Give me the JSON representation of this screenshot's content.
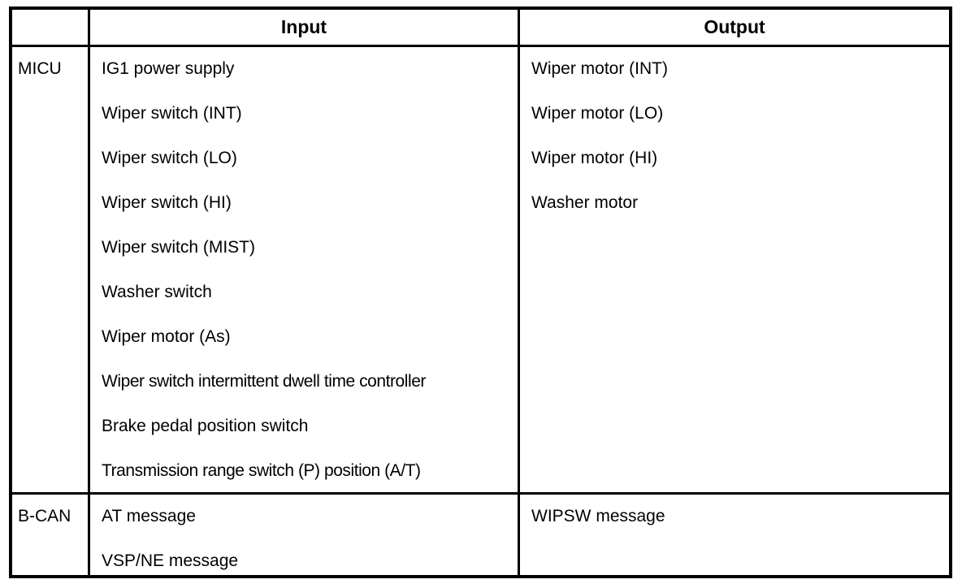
{
  "table": {
    "headers": {
      "unit": "",
      "input": "Input",
      "output": "Output"
    },
    "rows": [
      {
        "unit": "MICU",
        "inputs": [
          "IG1 power supply",
          "Wiper switch (INT)",
          "Wiper switch (LO)",
          "Wiper switch (HI)",
          "Wiper switch (MIST)",
          "Washer switch",
          "Wiper motor (As)",
          "Wiper switch intermittent dwell time controller",
          "Brake pedal position switch",
          "Transmission range switch (P) position (A/T)"
        ],
        "outputs": [
          "Wiper motor (INT)",
          "Wiper motor (LO)",
          "Wiper motor (HI)",
          "Washer motor"
        ]
      },
      {
        "unit": "B-CAN",
        "inputs": [
          "AT message",
          "VSP/NE message"
        ],
        "outputs": [
          "WIPSW message"
        ]
      }
    ]
  },
  "colors": {
    "border": "#000000",
    "text": "#000000",
    "background": "#ffffff"
  }
}
